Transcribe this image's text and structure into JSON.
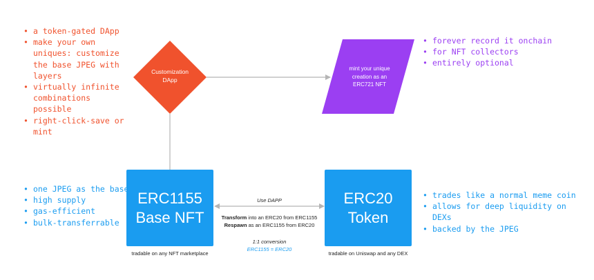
{
  "colors": {
    "orange": "#f0522d",
    "purple": "#9b3ff2",
    "blue": "#1a9cf0",
    "connector": "#b5b5b5"
  },
  "left_top_bullets": [
    "a token-gated DApp",
    "make your own uniques: customize the base JPEG with layers",
    "virtually infinite combinations possible",
    "right-click-save or mint"
  ],
  "right_top_bullets": [
    "forever record it onchain",
    "for NFT collectors",
    "entirely optional"
  ],
  "left_bottom_bullets": [
    "one JPEG as the base",
    "high supply",
    "gas-efficient",
    "bulk-transferrable"
  ],
  "right_bottom_bullets": [
    "trades like a normal meme coin",
    "allows for deep liquidity on DEXs",
    "backed by the JPEG"
  ],
  "diamond": {
    "line1": "Customization",
    "line2": "DApp"
  },
  "parallelogram": {
    "line1": "mint your unique",
    "line2": "creation as an",
    "line3": "ERC721 NFT"
  },
  "erc1155": {
    "line1": "ERC1155",
    "line2": "Base NFT",
    "caption": "tradable on any NFT marketplace"
  },
  "erc20": {
    "line1": "ERC20",
    "line2": "Token",
    "caption": "tradable on Uniswap and any DEX"
  },
  "middle": {
    "use_dapp": "Use DAPP",
    "transform_bold": "Transform",
    "transform_rest": " into an ERC20 from ERC1155",
    "respawn_bold": "Respawn",
    "respawn_rest": " as an ERC1155 from ERC20",
    "conversion": "1:1 conversion",
    "equation": "ERC1155 = ERC20"
  }
}
